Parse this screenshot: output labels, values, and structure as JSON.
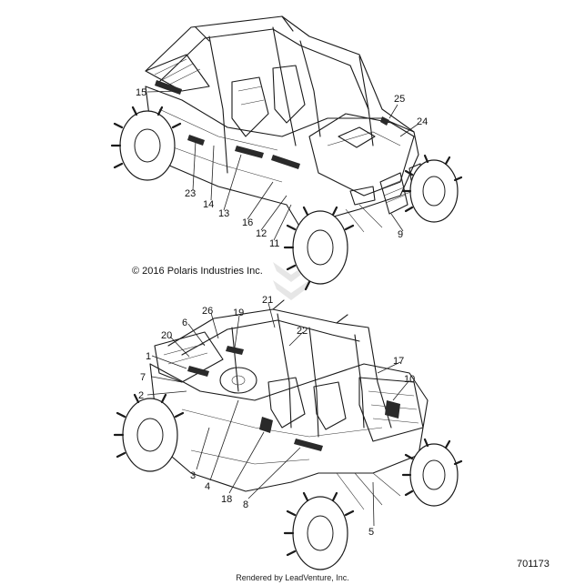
{
  "copyright": "© 2016 Polaris Industries Inc.",
  "part_number": "701173",
  "rendered_by": "Rendered by LeadVenture, Inc.",
  "callouts_top": [
    "15",
    "23",
    "14",
    "13",
    "16",
    "12",
    "11",
    "9",
    "24",
    "25"
  ],
  "callouts_bottom": [
    "1",
    "7",
    "2",
    "6",
    "20",
    "26",
    "19",
    "21",
    "22",
    "17",
    "10",
    "3",
    "4",
    "18",
    "8",
    "5"
  ]
}
